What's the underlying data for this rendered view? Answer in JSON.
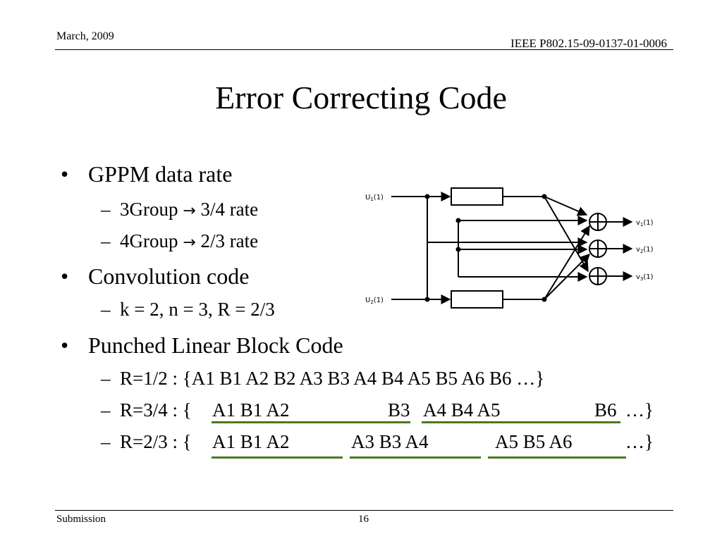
{
  "header": {
    "date": "March, 2009",
    "doc_id": "IEEE P802.15-09-0137-01-0006"
  },
  "title": "Error Correcting Code",
  "bullets": {
    "b1": "GPPM data rate",
    "b1_sub1": "3Group",
    "b1_sub1_rest": "3/4 rate",
    "b1_sub2": "4Group",
    "b1_sub2_rest": "2/3 rate",
    "b2": "Convolution code",
    "b2_sub1": "k = 2, n = 3,  R = 2/3",
    "b3": "Punched Linear Block Code",
    "b3_sub1": "R=1/2 : {A1 B1 A2 B2 A3 B3 A4 B4 A5 B5 A6 B6 …}",
    "b3_sub2": {
      "prefix": "R=3/4 : {",
      "g1a": "A1 B1 A2",
      "g1b": "B3",
      "g2a": "A4 B4 A5",
      "g2b": "B6",
      "suffix": "…}"
    },
    "b3_sub3": {
      "prefix": "R=2/3 : {",
      "g1": "A1 B1 A2",
      "g2": "A3 B3 A4",
      "g3": "A5 B5 A6",
      "suffix": "…}"
    }
  },
  "symbols": {
    "bullet": "•",
    "dash": "–",
    "arrow": "→"
  },
  "diagram": {
    "u1_main": "U",
    "u1_sub": "1",
    "u1_arg": "(1)",
    "u2_main": "U",
    "u2_sub": "2",
    "u2_arg": "(1)",
    "v1_main": "v",
    "v1_sub": "1",
    "v1_arg": "(1)",
    "v2_main": "v",
    "v2_sub": "2",
    "v2_arg": "(1)",
    "v3_main": "v",
    "v3_sub": "3",
    "v3_arg": "(1)"
  },
  "footer": {
    "left": "Submission",
    "page": "16"
  },
  "colors": {
    "underline": "#4a7a1f",
    "text": "#000000"
  }
}
